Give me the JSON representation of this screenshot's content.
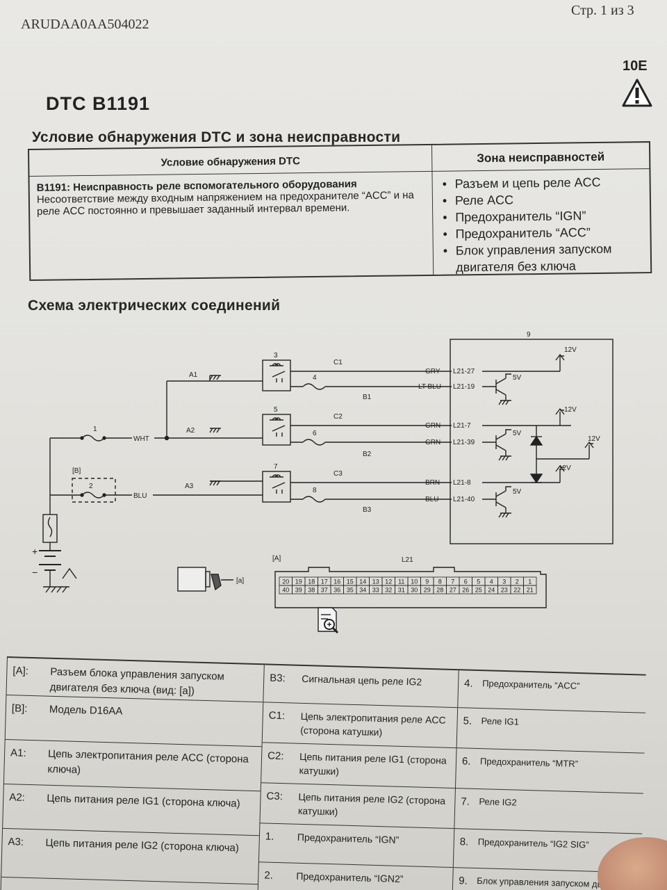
{
  "header": {
    "doc_id": "ARUDAA0AA504022",
    "page": "Стр. 1 из 3",
    "section": "10E",
    "warning_icon": "warning-triangle-icon"
  },
  "title": "DTC B1191",
  "detection": {
    "heading": "Условие обнаружения DTC и зона неисправности",
    "col1_header": "Условие обнаружения DTC",
    "col2_header": "Зона неисправностей",
    "condition_title": "B1191: Неисправность реле вспомогательного оборудования",
    "condition_text": "Несоответствие между входным напряжением на предохранителе “ACC” и на реле ACC постоянно и превышает заданный интервал времени.",
    "zones": [
      "Разъем и цепь реле ACC",
      "Реле ACC",
      "Предохранитель “IGN”",
      "Предохранитель “ACC”",
      "Блок управления запуском двигателя без ключа"
    ]
  },
  "wiring": {
    "heading": "Схема электрических соединений",
    "labels": {
      "module": "9",
      "relay3": "3",
      "relay5": "5",
      "relay7": "7",
      "fuse1": "1",
      "fuse2": "2",
      "fuse4": "4",
      "fuse6": "6",
      "fuse8": "8",
      "a1": "A1",
      "a2": "A2",
      "a3": "A3",
      "b1": "B1",
      "b2": "B2",
      "b3": "B3",
      "c1": "C1",
      "c2": "C2",
      "c3": "C3",
      "box_b": "[B]",
      "conn_a": "[A]",
      "view_a": "[a]",
      "connector": "L21",
      "wht": "WHT",
      "blu": "BLU",
      "plus": "+",
      "minus": "−",
      "v12": "12V",
      "v5": "5V"
    },
    "pins": [
      {
        "color": "GRY",
        "pin": "L21-27"
      },
      {
        "color": "LT BLU",
        "pin": "L21-19"
      },
      {
        "color": "GRN",
        "pin": "L21-7"
      },
      {
        "color": "GRN",
        "pin": "L21-39"
      },
      {
        "color": "BRN",
        "pin": "L21-8"
      },
      {
        "color": "BLU",
        "pin": "L21-40"
      }
    ],
    "connector_top": [
      "20",
      "19",
      "18",
      "17",
      "16",
      "15",
      "14",
      "13",
      "12",
      "11",
      "10",
      "9",
      "8",
      "7",
      "6",
      "5",
      "4",
      "3",
      "2",
      "1"
    ],
    "connector_bottom": [
      "40",
      "39",
      "38",
      "37",
      "36",
      "35",
      "34",
      "33",
      "32",
      "31",
      "30",
      "29",
      "28",
      "27",
      "26",
      "25",
      "24",
      "23",
      "22",
      "21"
    ],
    "zoom_icon": "zoom-document-icon"
  },
  "legend": {
    "col1": [
      {
        "code": "[A]:",
        "text": "Разъем блока управления запуском двигателя без ключа (вид: [a])"
      },
      {
        "code": "[B]:",
        "text": "Модель D16AA"
      },
      {
        "code": "A1:",
        "text": "Цепь электропитания реле ACC (сторона ключа)"
      },
      {
        "code": "A2:",
        "text": "Цепь питания реле IG1 (сторона ключа)"
      },
      {
        "code": "A3:",
        "text": "Цепь питания реле IG2 (сторона ключа)"
      }
    ],
    "col2": [
      {
        "code": "B3:",
        "text": "Сигнальная цепь реле IG2"
      },
      {
        "code": "C1:",
        "text": "Цепь электропитания реле ACC (сторона катушки)"
      },
      {
        "code": "C2:",
        "text": "Цепь питания реле IG1 (сторона катушки)"
      },
      {
        "code": "C3:",
        "text": "Цепь питания реле IG2 (сторона катушки)"
      },
      {
        "code": "1.",
        "text": "Предохранитель “IGN”"
      },
      {
        "code": "2.",
        "text": "Предохранитель “IGN2”"
      }
    ],
    "col3": [
      {
        "code": "4.",
        "text": "Предохранитель “ACC”"
      },
      {
        "code": "5.",
        "text": "Реле IG1"
      },
      {
        "code": "6.",
        "text": "Предохранитель “MTR”"
      },
      {
        "code": "7.",
        "text": "Реле IG2"
      },
      {
        "code": "8.",
        "text": "Предохранитель “IG2 SIG”"
      },
      {
        "code": "9.",
        "text": "Блок управления запуском двигателя б"
      }
    ]
  }
}
